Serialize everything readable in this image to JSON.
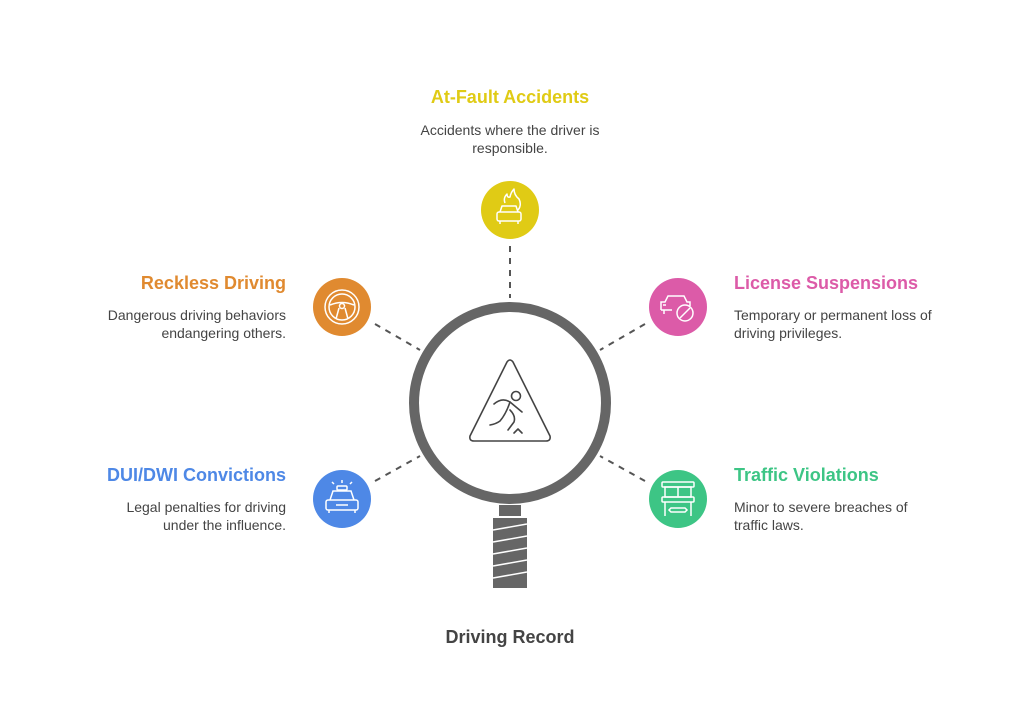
{
  "center": {
    "title": "Driving Record",
    "icon": "warning-slip-icon"
  },
  "items": [
    {
      "title": "At-Fault Accidents",
      "description": "Accidents where the driver is responsible.",
      "color": "#E0CB15",
      "icon": "car-fire-icon"
    },
    {
      "title": "Reckless Driving",
      "description": "Dangerous driving behaviors endangering others.",
      "color": "#E08A30",
      "icon": "steering-wheel-icon"
    },
    {
      "title": "License Suspensions",
      "description": "Temporary or permanent loss of driving privileges.",
      "color": "#DC5BA8",
      "icon": "car-prohibited-icon"
    },
    {
      "title": "DUI/DWI Convictions",
      "description": "Legal penalties for driving under the influence.",
      "color": "#4E88E6",
      "icon": "police-car-icon"
    },
    {
      "title": "Traffic Violations",
      "description": "Minor to severe breaches of traffic laws.",
      "color": "#3DC585",
      "icon": "toll-booth-icon"
    }
  ]
}
